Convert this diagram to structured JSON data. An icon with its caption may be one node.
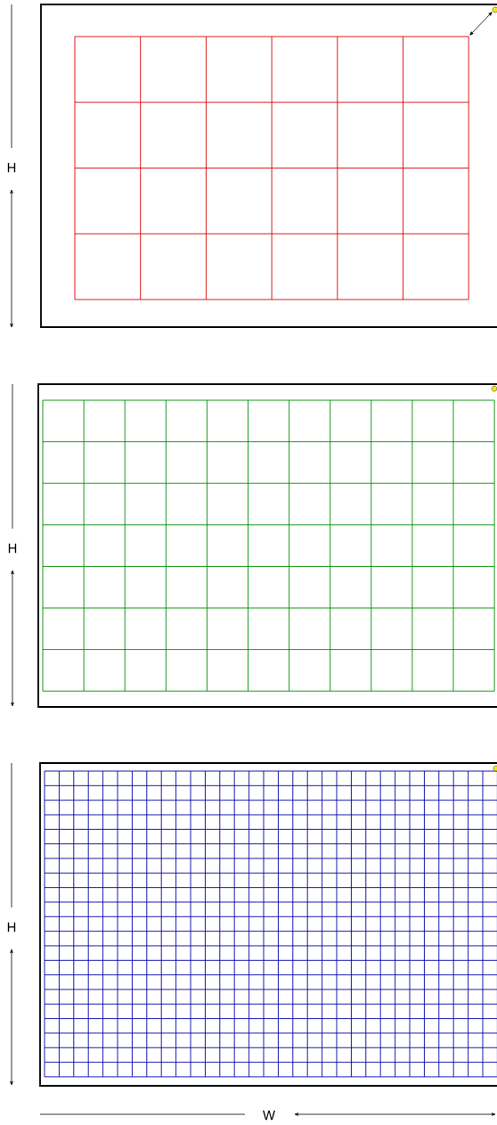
{
  "diagram": {
    "labels": [
      "H",
      "H",
      "H",
      "W"
    ]
  }
}
